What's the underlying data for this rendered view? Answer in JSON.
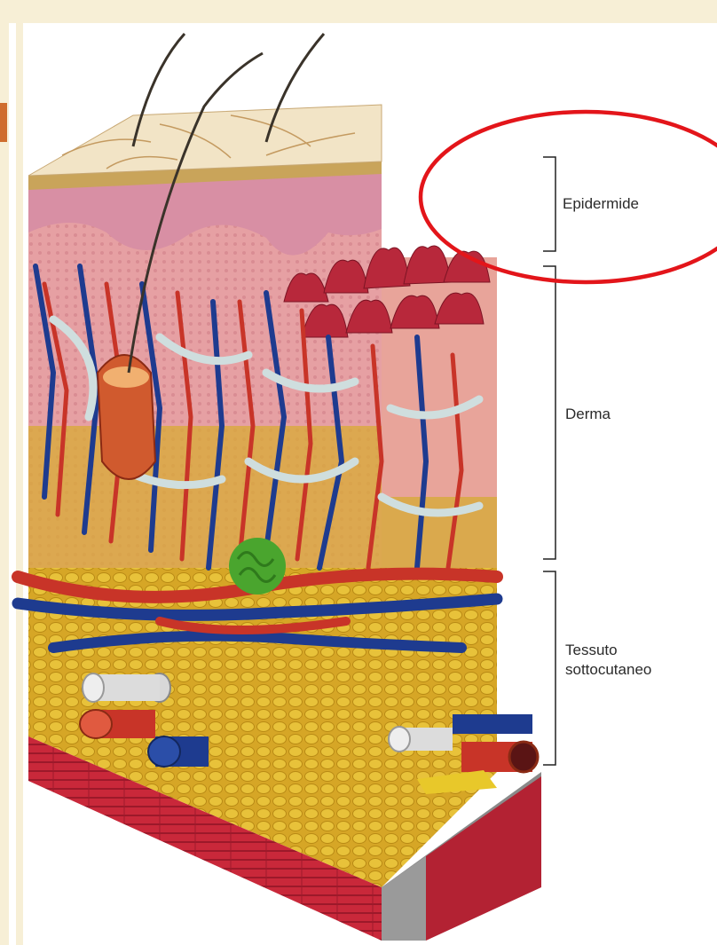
{
  "layers": [
    {
      "id": "epidermide",
      "label": "Epidermide"
    },
    {
      "id": "derma",
      "label": "Derma"
    },
    {
      "id": "tessuto",
      "label_line1": "Tessuto",
      "label_line2": "sottocutaneo"
    }
  ],
  "highlight": {
    "shape": "ellipse",
    "color": "#e3151a",
    "target": "Epidermide"
  },
  "colors": {
    "epidermis_surface": "#f2e4c6",
    "epidermis_pink": "#dc9aa9",
    "dermis": "#eaa6a0",
    "papillae": "#b8283b",
    "subcutaneous_fat": "#d9ad2a",
    "muscle": "#c9283a",
    "artery": "#c83428",
    "vein": "#1c3a8c",
    "lymph": "#cfdede",
    "sweat_gland": "#4aa52e",
    "hair": "#3a332a",
    "frame": "#f7efd6",
    "frame_accent": "#cf6d2e"
  }
}
